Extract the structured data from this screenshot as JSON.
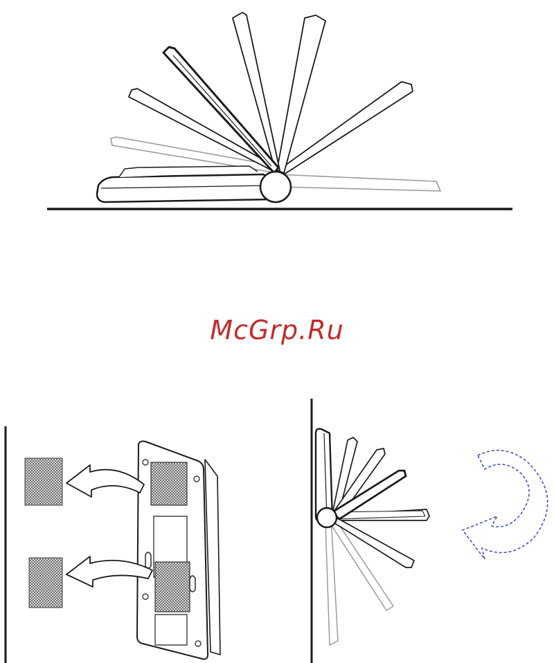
{
  "watermark": {
    "text": "McGrp.Ru"
  },
  "colors": {
    "line": "#1a1a1a",
    "watermark": "#c42a2a",
    "rotation_arrow": "#3344cc"
  },
  "figures": [
    {
      "name": "desk-stand-tilt",
      "icon": "tilting-device-on-desk"
    },
    {
      "name": "velcro-wall-mount",
      "icon": "velcro-pads-transfer"
    },
    {
      "name": "wall-mount-tilt",
      "icon": "tilting-device-on-wall"
    }
  ]
}
